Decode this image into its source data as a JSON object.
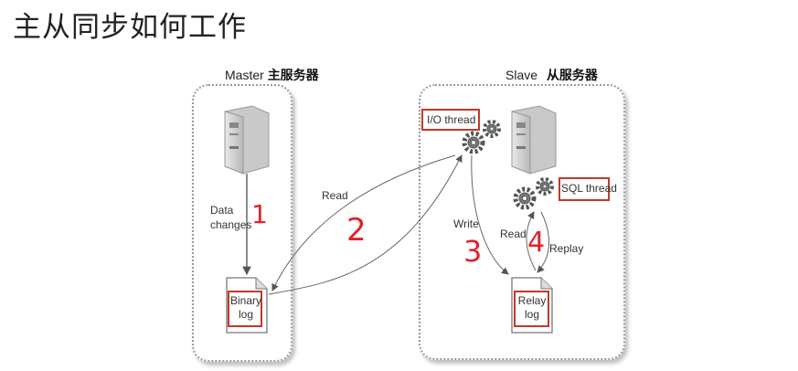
{
  "title": "主从同步如何工作",
  "master": {
    "label": "Master",
    "label_cn": "主服务器",
    "data_changes": [
      "Data",
      "changes"
    ],
    "binary_log": [
      "Binary",
      "log"
    ]
  },
  "slave": {
    "label": "Slave",
    "label_cn": "从服务器",
    "io_thread": "I/O thread",
    "sql_thread": "SQL thread",
    "relay_log": [
      "Relay",
      "log"
    ]
  },
  "edges": {
    "read_master": "Read",
    "write": "Write",
    "read_slave": "Read",
    "replay": "Replay"
  },
  "steps": [
    "1",
    "2",
    "3",
    "4"
  ],
  "colors": {
    "step_red": "#e0222a",
    "box_border": "#9a9a9a",
    "highlight": "#c0392b"
  }
}
